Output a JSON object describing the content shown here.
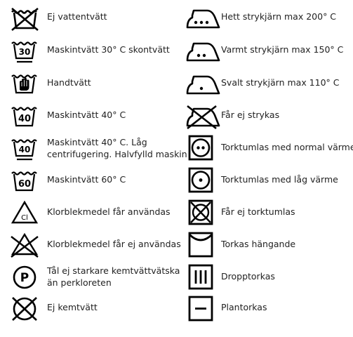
{
  "left": [
    {
      "icon": "no-wash-icon",
      "lines": [
        "Ej vattentvätt"
      ]
    },
    {
      "icon": "wash-30-gentle-icon",
      "temp": "30",
      "lines": [
        "Maskintvätt 30° C skontvätt"
      ]
    },
    {
      "icon": "hand-wash-icon",
      "lines": [
        "Handtvätt"
      ]
    },
    {
      "icon": "wash-40-icon",
      "temp": "40",
      "lines": [
        "Maskintvätt 40° C"
      ]
    },
    {
      "icon": "wash-40-gentle-icon",
      "temp": "40",
      "lines": [
        "Maskintvätt 40° C. Låg",
        "centrifugering. Halvfylld maskin"
      ]
    },
    {
      "icon": "wash-60-icon",
      "temp": "60",
      "lines": [
        "Maskintvätt 60° C"
      ]
    },
    {
      "icon": "chlorine-bleach-icon",
      "mark": "Cl",
      "lines": [
        "Klorblekmedel får användas"
      ]
    },
    {
      "icon": "no-bleach-icon",
      "lines": [
        "Klorblekmedel får ej användas"
      ]
    },
    {
      "icon": "dry-clean-p-icon",
      "mark": "P",
      "lines": [
        "Tål ej starkare kemtvättvätska",
        "än perkloreten"
      ]
    },
    {
      "icon": "no-dry-clean-icon",
      "lines": [
        "Ej kemtvätt"
      ]
    }
  ],
  "right": [
    {
      "icon": "iron-high-icon",
      "lines": [
        "Hett strykjärn max 200° C"
      ]
    },
    {
      "icon": "iron-medium-icon",
      "lines": [
        "Varmt strykjärn max 150° C"
      ]
    },
    {
      "icon": "iron-low-icon",
      "lines": [
        "Svalt strykjärn max 110° C"
      ]
    },
    {
      "icon": "no-iron-icon",
      "lines": [
        "Får ej strykas"
      ]
    },
    {
      "icon": "tumble-dry-normal-icon",
      "lines": [
        "Torktumlas med normal värme"
      ]
    },
    {
      "icon": "tumble-dry-low-icon",
      "lines": [
        "Torktumlas med låg värme"
      ]
    },
    {
      "icon": "no-tumble-dry-icon",
      "lines": [
        "Får ej torktumlas"
      ]
    },
    {
      "icon": "line-dry-icon",
      "lines": [
        "Torkas hängande"
      ]
    },
    {
      "icon": "drip-dry-icon",
      "lines": [
        "Dropptorkas"
      ]
    },
    {
      "icon": "flat-dry-icon",
      "lines": [
        "Plantorkas"
      ]
    }
  ]
}
